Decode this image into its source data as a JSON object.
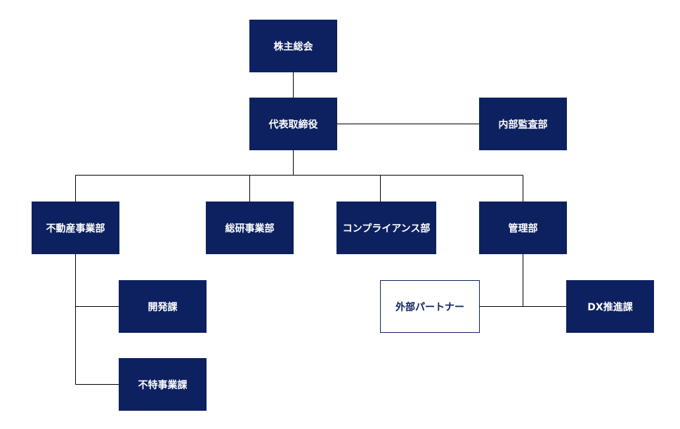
{
  "colors": {
    "node_fill": "#0d2160",
    "node_text": "#ffffff",
    "outline_text": "#0d2160",
    "connector": "#000000"
  },
  "org_chart": {
    "nodes": {
      "shareholders_meeting": "株主総会",
      "representative_director": "代表取締役",
      "internal_audit": "内部監査部",
      "real_estate_division": "不動産事業部",
      "souken_division": "総研事業部",
      "compliance_division": "コンプライアンス部",
      "management_division": "管理部",
      "development_section": "開発課",
      "special_business_section": "不特事業課",
      "external_partner": "外部パートナー",
      "dx_promotion_section": "DX推進課"
    }
  }
}
